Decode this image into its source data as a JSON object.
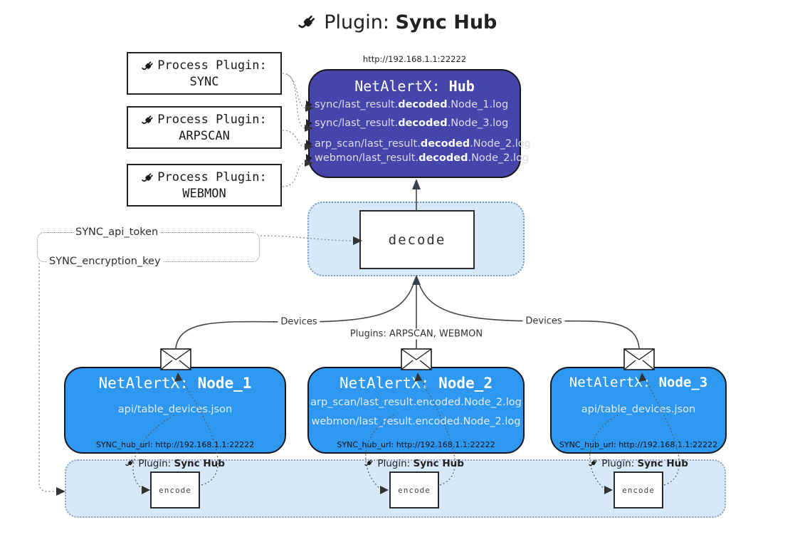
{
  "title": {
    "icon": "plug-icon",
    "prefix": "Plugin: ",
    "bold": "Sync Hub"
  },
  "hub": {
    "url": "http://192.168.1.1:22222",
    "name_prefix": "NetAlertX: ",
    "name_bold": "Hub",
    "logs": [
      {
        "prefix": "sync/last_result.",
        "bold": "decoded",
        "suffix": ".Node_1.log"
      },
      {
        "prefix": "sync/last_result.",
        "bold": "decoded",
        "suffix": ".Node_3.log"
      },
      {
        "prefix": "arp_scan/last_result.",
        "bold": "decoded",
        "suffix": ".Node_2.log"
      },
      {
        "prefix": "webmon/last_result.",
        "bold": "decoded",
        "suffix": ".Node_2.log"
      }
    ]
  },
  "process_plugins": [
    {
      "label": "Process Plugin:",
      "name": "SYNC"
    },
    {
      "label": "Process Plugin:",
      "name": "ARPSCAN"
    },
    {
      "label": "Process Plugin:",
      "name": "WEBMON"
    }
  ],
  "decode": {
    "label": "decode"
  },
  "settings": {
    "api_token": "SYNC_api_token",
    "encryption_key": "SYNC_encryption_key"
  },
  "edges": {
    "devices_left": "Devices",
    "devices_right": "Devices",
    "plugins_middle": "Plugins: ARPSCAN, WEBMON"
  },
  "nodes": [
    {
      "name_prefix": "NetAlertX: ",
      "name_bold": "Node_1",
      "lines": [
        "api/table_devices.json"
      ],
      "hub_url": "SYNC_hub_url: http://192.168.1.1:22222"
    },
    {
      "name_prefix": "NetAlertX: ",
      "name_bold": "Node_2",
      "lines": [
        "arp_scan/last_result.encoded.Node_2.log",
        "webmon/last_result.encoded.Node_2.log"
      ],
      "hub_url": "SYNC_hub_url: http://192.168.1.1:22222"
    },
    {
      "name_prefix": "NetAlertX: ",
      "name_bold": "Node_3",
      "lines": [
        "api/table_devices.json"
      ],
      "hub_url": "SYNC_hub_url: http://192.168.1.1:22222"
    }
  ],
  "encoders": [
    {
      "label_prefix": "Plugin: ",
      "label_bold": "Sync Hub",
      "box": "encode"
    },
    {
      "label_prefix": "Plugin: ",
      "label_bold": "Sync Hub",
      "box": "encode"
    },
    {
      "label_prefix": "Plugin: ",
      "label_bold": "Sync Hub",
      "box": "encode"
    }
  ],
  "colors": {
    "hub_bg": "#4545ac",
    "node_bg": "#2e97f0",
    "panel_bg": "#d7e9f9",
    "line": "#444444",
    "dotted": "#808080"
  }
}
